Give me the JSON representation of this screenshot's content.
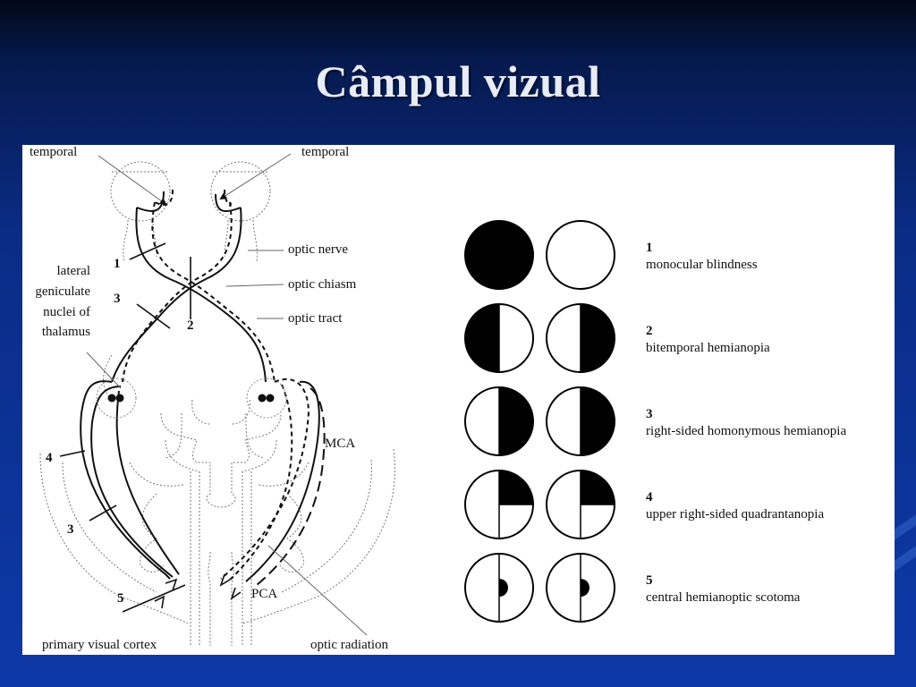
{
  "slide": {
    "title": "Câmpul vizual"
  },
  "diagram": {
    "labels": {
      "temporal_left": "temporal",
      "temporal_right": "temporal",
      "optic_nerve": "optic nerve",
      "optic_chiasm": "optic chiasm",
      "optic_tract": "optic tract",
      "lgn_1": "lateral",
      "lgn_2": "geniculate",
      "lgn_3": "nuclei of",
      "lgn_4": "thalamus",
      "mca": "MCA",
      "pca": "PCA",
      "primary_visual_cortex": "primary visual cortex",
      "optic_radiation": "optic radiation"
    },
    "lesion_markers": {
      "m1": "1",
      "m2": "2",
      "m3a": "3",
      "m3b": "3",
      "m4": "4",
      "m5": "5"
    }
  },
  "fields": [
    {
      "number": "1",
      "description": "monocular blindness",
      "left_eye": "full",
      "right_eye": "none"
    },
    {
      "number": "2",
      "description": "bitemporal hemianopia",
      "left_eye": "left-half",
      "right_eye": "right-half"
    },
    {
      "number": "3",
      "description": "right-sided homonymous hemianopia",
      "left_eye": "right-half",
      "right_eye": "right-half"
    },
    {
      "number": "4",
      "description": "upper right-sided quadrantanopia",
      "left_eye": "upper-right-quadrant",
      "right_eye": "upper-right-quadrant"
    },
    {
      "number": "5",
      "description": "central hemianoptic scotoma",
      "left_eye": "central-right-half",
      "right_eye": "central-right-half"
    }
  ]
}
